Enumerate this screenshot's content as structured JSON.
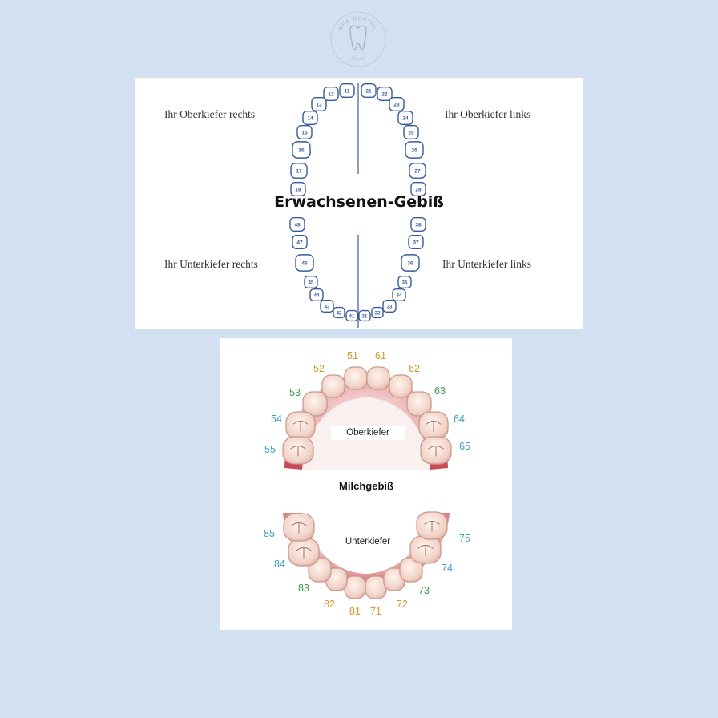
{
  "colors": {
    "background": "#d3e0f2",
    "tooth_outline": "#3a5a9c",
    "gum": "#c84a55",
    "number_orange": "#d4962b",
    "number_green": "#3e9a54",
    "number_blue": "#3e9fc1"
  },
  "logo": {
    "top_text": "BBS DENTAL",
    "bottom_text": "EST. 2019",
    "icon": "tooth-icon"
  },
  "adult": {
    "title": "Erwachsenen-Gebiß",
    "labels": {
      "upper_right": "Ihr Oberkiefer rechts",
      "upper_left": "Ihr Oberkiefer links",
      "lower_right": "Ihr Unterkiefer rechts",
      "lower_left": "Ihr Unterkiefer links"
    },
    "teeth": {
      "upper_right": [
        "11",
        "12",
        "13",
        "14",
        "15",
        "16",
        "17",
        "18"
      ],
      "upper_left": [
        "21",
        "22",
        "23",
        "24",
        "25",
        "26",
        "27",
        "28"
      ],
      "lower_right": [
        "41",
        "42",
        "43",
        "44",
        "45",
        "46",
        "47",
        "48"
      ],
      "lower_left": [
        "31",
        "32",
        "33",
        "34",
        "35",
        "36",
        "37",
        "38"
      ]
    }
  },
  "milk": {
    "title": "Milchgebiß",
    "upper_label": "Oberkiefer",
    "lower_label": "Unterkiefer",
    "teeth": {
      "upper_right": [
        "51",
        "52",
        "53",
        "54",
        "55"
      ],
      "upper_left": [
        "61",
        "62",
        "63",
        "64",
        "65"
      ],
      "lower_right": [
        "81",
        "82",
        "83",
        "84",
        "85"
      ],
      "lower_left": [
        "71",
        "72",
        "73",
        "74",
        "75"
      ]
    }
  }
}
